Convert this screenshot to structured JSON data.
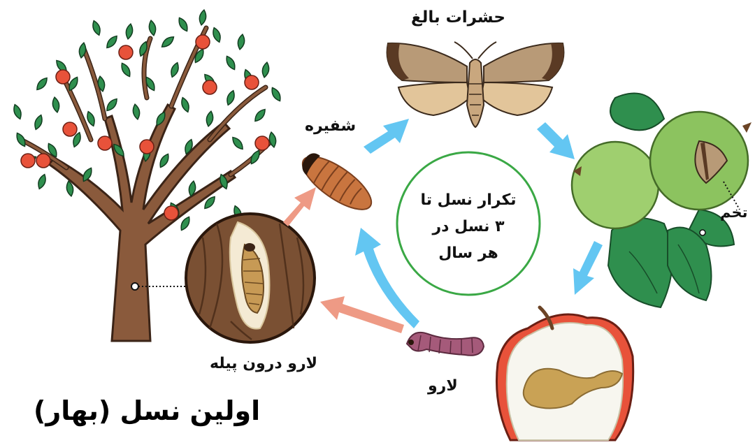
{
  "labels": {
    "adult": "حشرات بالغ",
    "pupa": "شفیره",
    "egg": "تخم",
    "larva": "لارو",
    "larva_in_cocoon": "لارو درون پیله"
  },
  "center_text_lines": [
    "تکرار نسل تا",
    "۳ نسل در",
    "هر سال"
  ],
  "title": "اولین نسل (بهار)",
  "colors": {
    "cycle_arrow": "#63c6f2",
    "branch_arrow": "#ee9a85",
    "center_circle": "#3aa845",
    "trunk": "#8a5a3c",
    "leaf": "#2f8f4e",
    "fruit": "#e8523a"
  }
}
